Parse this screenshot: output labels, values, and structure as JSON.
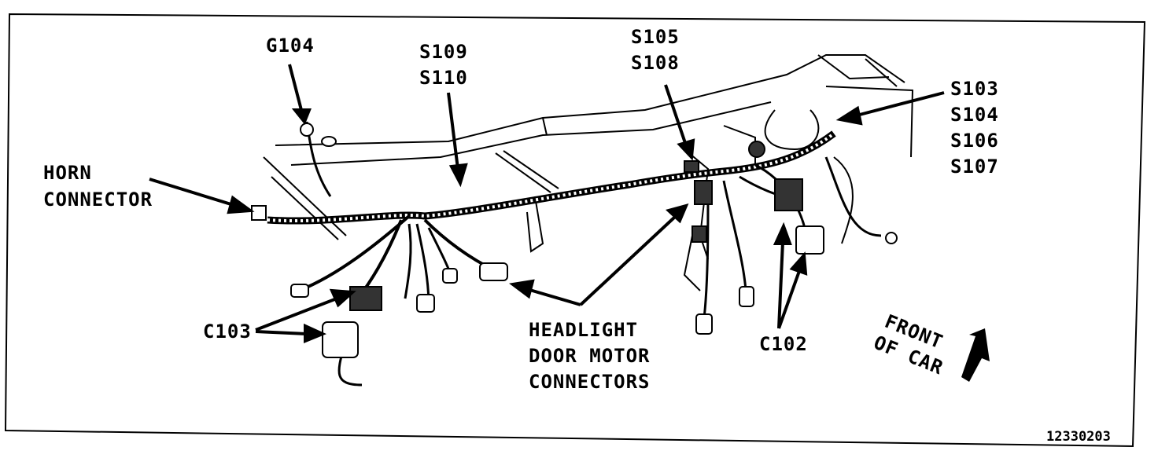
{
  "labels": {
    "g104": "G104",
    "s109": "S109",
    "s110": "S110",
    "s105": "S105",
    "s108": "S108",
    "s103": "S103",
    "s104": "S104",
    "s106": "S106",
    "s107": "S107",
    "horn_1": "HORN",
    "horn_2": "CONNECTOR",
    "c103": "C103",
    "headlight_1": "HEADLIGHT",
    "headlight_2": "DOOR MOTOR",
    "headlight_3": "CONNECTORS",
    "c102": "C102",
    "front_1": "FRONT",
    "front_2": "OF CAR"
  },
  "figure_number": "12330203"
}
